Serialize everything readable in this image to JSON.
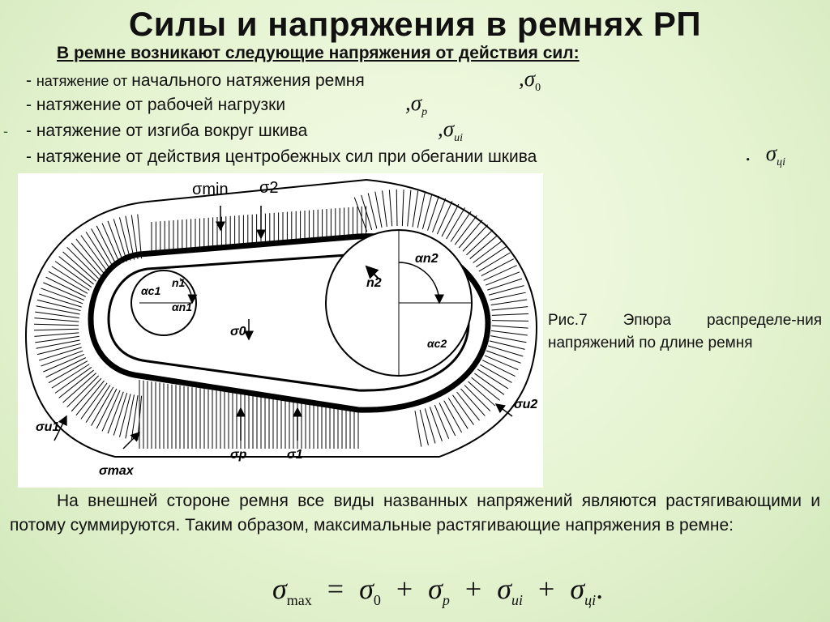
{
  "title": "Силы и напряжения в ремнях РП",
  "subtitle": "В ремне возникают следующие напряжения от действия сил:",
  "items": [
    {
      "prefix": "- ",
      "small": "натяжение от ",
      "text": "начального натяжения ремня",
      "sym_sub": "0"
    },
    {
      "prefix": "- ",
      "small": "",
      "text": "натяжение от рабочей нагрузки",
      "sym_sub": "р"
    },
    {
      "prefix": "- ",
      "small": "",
      "text": "натяжение от изгиба вокруг шкива",
      "sym_sub": "иi"
    },
    {
      "prefix": "- ",
      "small": "",
      "text": "натяжение от действия центробежных сил при обегании шкива",
      "sym_sub": "цi"
    }
  ],
  "symbol": "σ",
  "comma": ",",
  "period": ".",
  "side_dash": "-",
  "figure": {
    "labels": {
      "sigma_min": "σmin",
      "sigma_2": "σ2",
      "alpha_n2": "αn2",
      "n2": "n2",
      "alpha_c1": "αc1",
      "n1": "n1",
      "alpha_n1": "αn1",
      "sigma_0": "σ0",
      "alpha_c2": "αc2",
      "sigma_u1": "σu1",
      "sigma_u2": "σu2",
      "sigma_max": "σmax",
      "sigma_p": "σp",
      "sigma_1": "σ1"
    }
  },
  "caption": "Рис.7 Эпюра распределе-ния напряжений по длине ремня",
  "paragraph": "На внешней стороне ремня все виды названных напряжений являются растягивающими и потому суммируются. Таким образом, максимальные растягивающие напряжения в ремне:",
  "formula": {
    "lhs_sub": "max",
    "equals": "=",
    "plus": "+",
    "terms": [
      "0",
      "р",
      "иi",
      "цi"
    ],
    "end": "."
  }
}
